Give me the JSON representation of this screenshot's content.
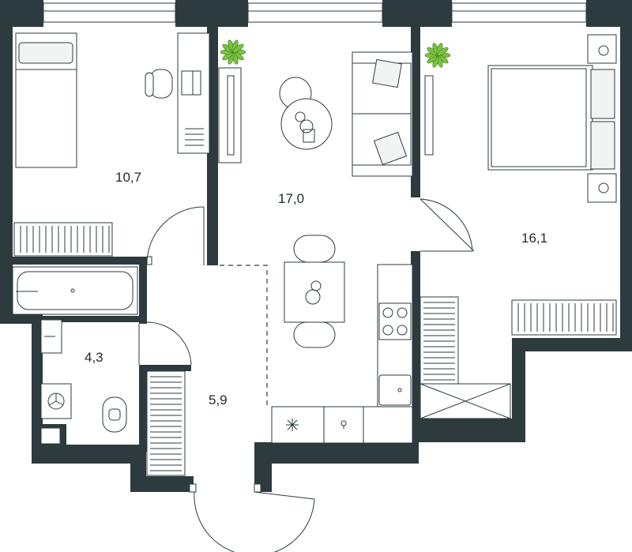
{
  "colors": {
    "wall": "#2d3b3f",
    "plant": "#7cc242",
    "background": "#ffffff"
  },
  "rooms": [
    {
      "id": "bedroom-small",
      "area": "10,7"
    },
    {
      "id": "living-kitchen",
      "area": "17,0"
    },
    {
      "id": "bedroom-main",
      "area": "16,1"
    },
    {
      "id": "bathroom",
      "area": "4,3"
    },
    {
      "id": "hallway",
      "area": "5,9"
    }
  ],
  "icons": [
    "plant-icon",
    "bed-icon",
    "sofa-icon",
    "stove-icon",
    "sink-icon",
    "toilet-icon",
    "bathtub-icon",
    "washing-machine-icon",
    "table-icon",
    "chair-icon"
  ]
}
